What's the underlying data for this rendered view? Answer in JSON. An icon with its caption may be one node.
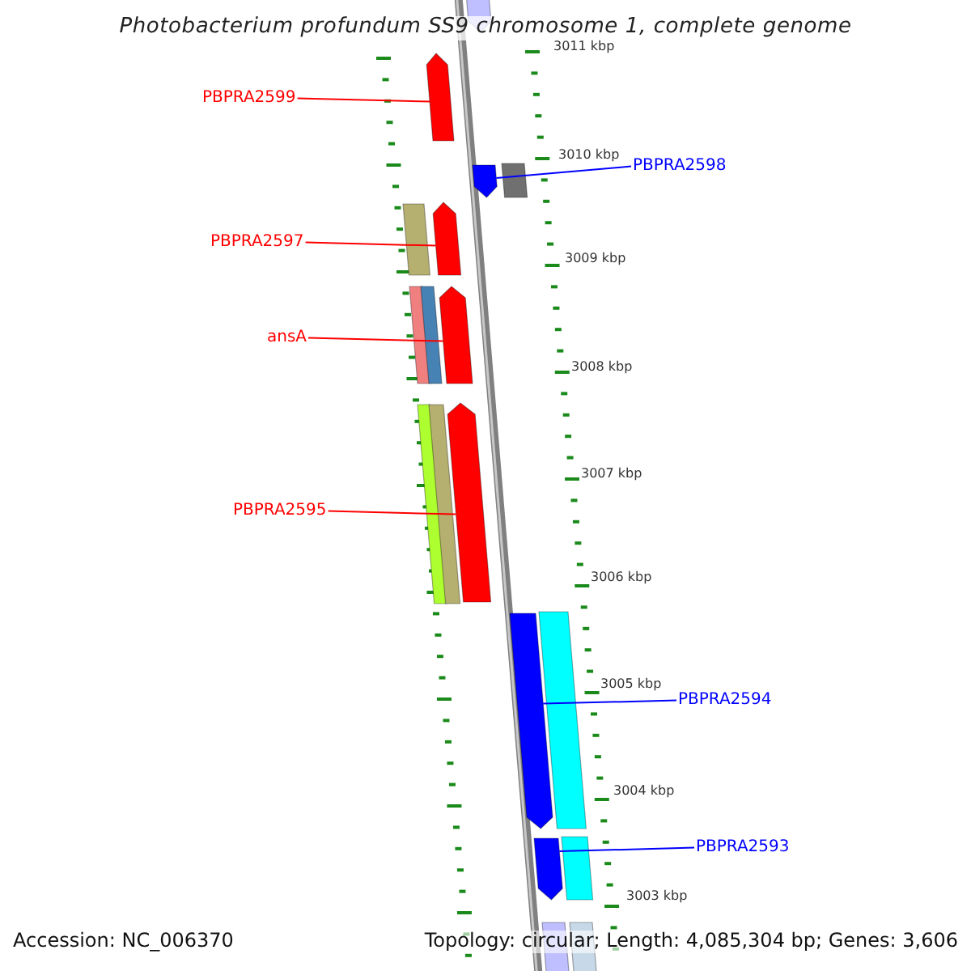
{
  "diagram": {
    "title": "Photobacterium profundum SS9 chromosome 1, complete genome",
    "nodes": [
      {
        "text": [],
        "shape": "bar"
      },
      {
        "text": [
          "PBPRA2599"
        ]
      },
      {
        "text": [],
        "shape": "bar"
      },
      {
        "text": [
          "PBPRA2598"
        ]
      },
      {
        "text": [],
        "shape": "bar"
      },
      {
        "text": [],
        "shape": "bar"
      },
      {
        "text": [
          "PBPRA2597"
        ]
      },
      {
        "text": [],
        "shape": "bar"
      },
      {
        "text": [],
        "shape": "bar"
      },
      {
        "text": [
          "ansA"
        ]
      },
      {
        "text": [],
        "shape": "bar"
      },
      {
        "text": [],
        "shape": "bar"
      },
      {
        "text": [],
        "shape": "bar"
      },
      {
        "text": [
          "PBPRA2595"
        ]
      },
      {
        "text": [],
        "shape": "bar"
      },
      {
        "text": [],
        "shape": "bar"
      },
      {
        "text": [],
        "shape": "bar"
      },
      {
        "text": [
          "PBPRA2594"
        ]
      },
      {
        "text": [],
        "shape": "bar"
      },
      {
        "text": [],
        "shape": "bar"
      },
      {
        "text": [
          "PBPRA2593"
        ]
      },
      {
        "text": [],
        "shape": "bar"
      },
      {
        "text": [],
        "shape": "bar"
      },
      {
        "text": [],
        "shape": "bar"
      },
      {
        "text": [],
        "shape": "bar"
      }
    ],
    "edges": [
      {
        "from": 1,
        "to": 2,
        "arrow": "none"
      },
      {
        "from": 3,
        "to": 4,
        "arrow": "none",
        "color": "#0000ff"
      },
      {
        "from": 6,
        "to": 8,
        "arrow": "none"
      },
      {
        "from": 9,
        "to": 12,
        "arrow": "none"
      },
      {
        "from": 13,
        "to": 16,
        "arrow": "none"
      },
      {
        "from": 17,
        "to": 18,
        "arrow": "none",
        "color": "#0000ff"
      },
      {
        "from": 20,
        "to": 21,
        "arrow": "none",
        "color": "#0000ff"
      }
    ],
    "labels": [
      "3011 kbp",
      "3010 kbp",
      "3009 kbp",
      "3008 kbp",
      "3007 kbp",
      "3006 kbp",
      "3005 kbp",
      "3004 kbp",
      "3003 kbp",
      "Accession: NC_006370",
      "Topology: circular; Length: 4,085,304 bp; Genes: 3,606"
    ]
  }
}
